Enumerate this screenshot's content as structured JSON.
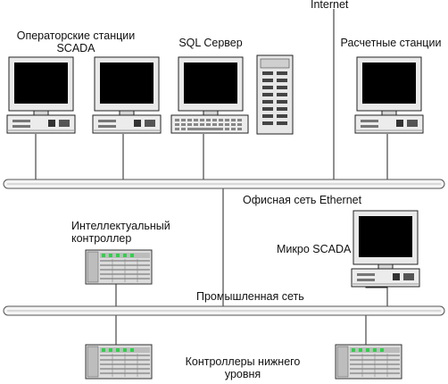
{
  "labels": {
    "internet": "Internet",
    "operator_stations_line1": "Операторские станции",
    "operator_stations_line2": "SCADA",
    "sql_server": "SQL Сервер",
    "calc_stations": "Расчетные станции",
    "office_network": "Офисная сеть Ethernet",
    "intelligent_controller_line1": "Интеллектуальный",
    "intelligent_controller_line2": "контроллер",
    "micro_scada": "Микро SCADA",
    "industrial_network": "Промышленная сеть",
    "lower_controllers_line1": "Контроллеры нижнего",
    "lower_controllers_line2": "уровня"
  },
  "icons": {
    "workstation": "computer-workstation-icon",
    "server_tower": "server-tower-icon",
    "controller_rack": "plc-controller-icon"
  },
  "colors": {
    "bus_fill": "#f4f4f4",
    "bus_stroke": "#555555",
    "screen": "#000000",
    "led": "#2fd14a"
  }
}
